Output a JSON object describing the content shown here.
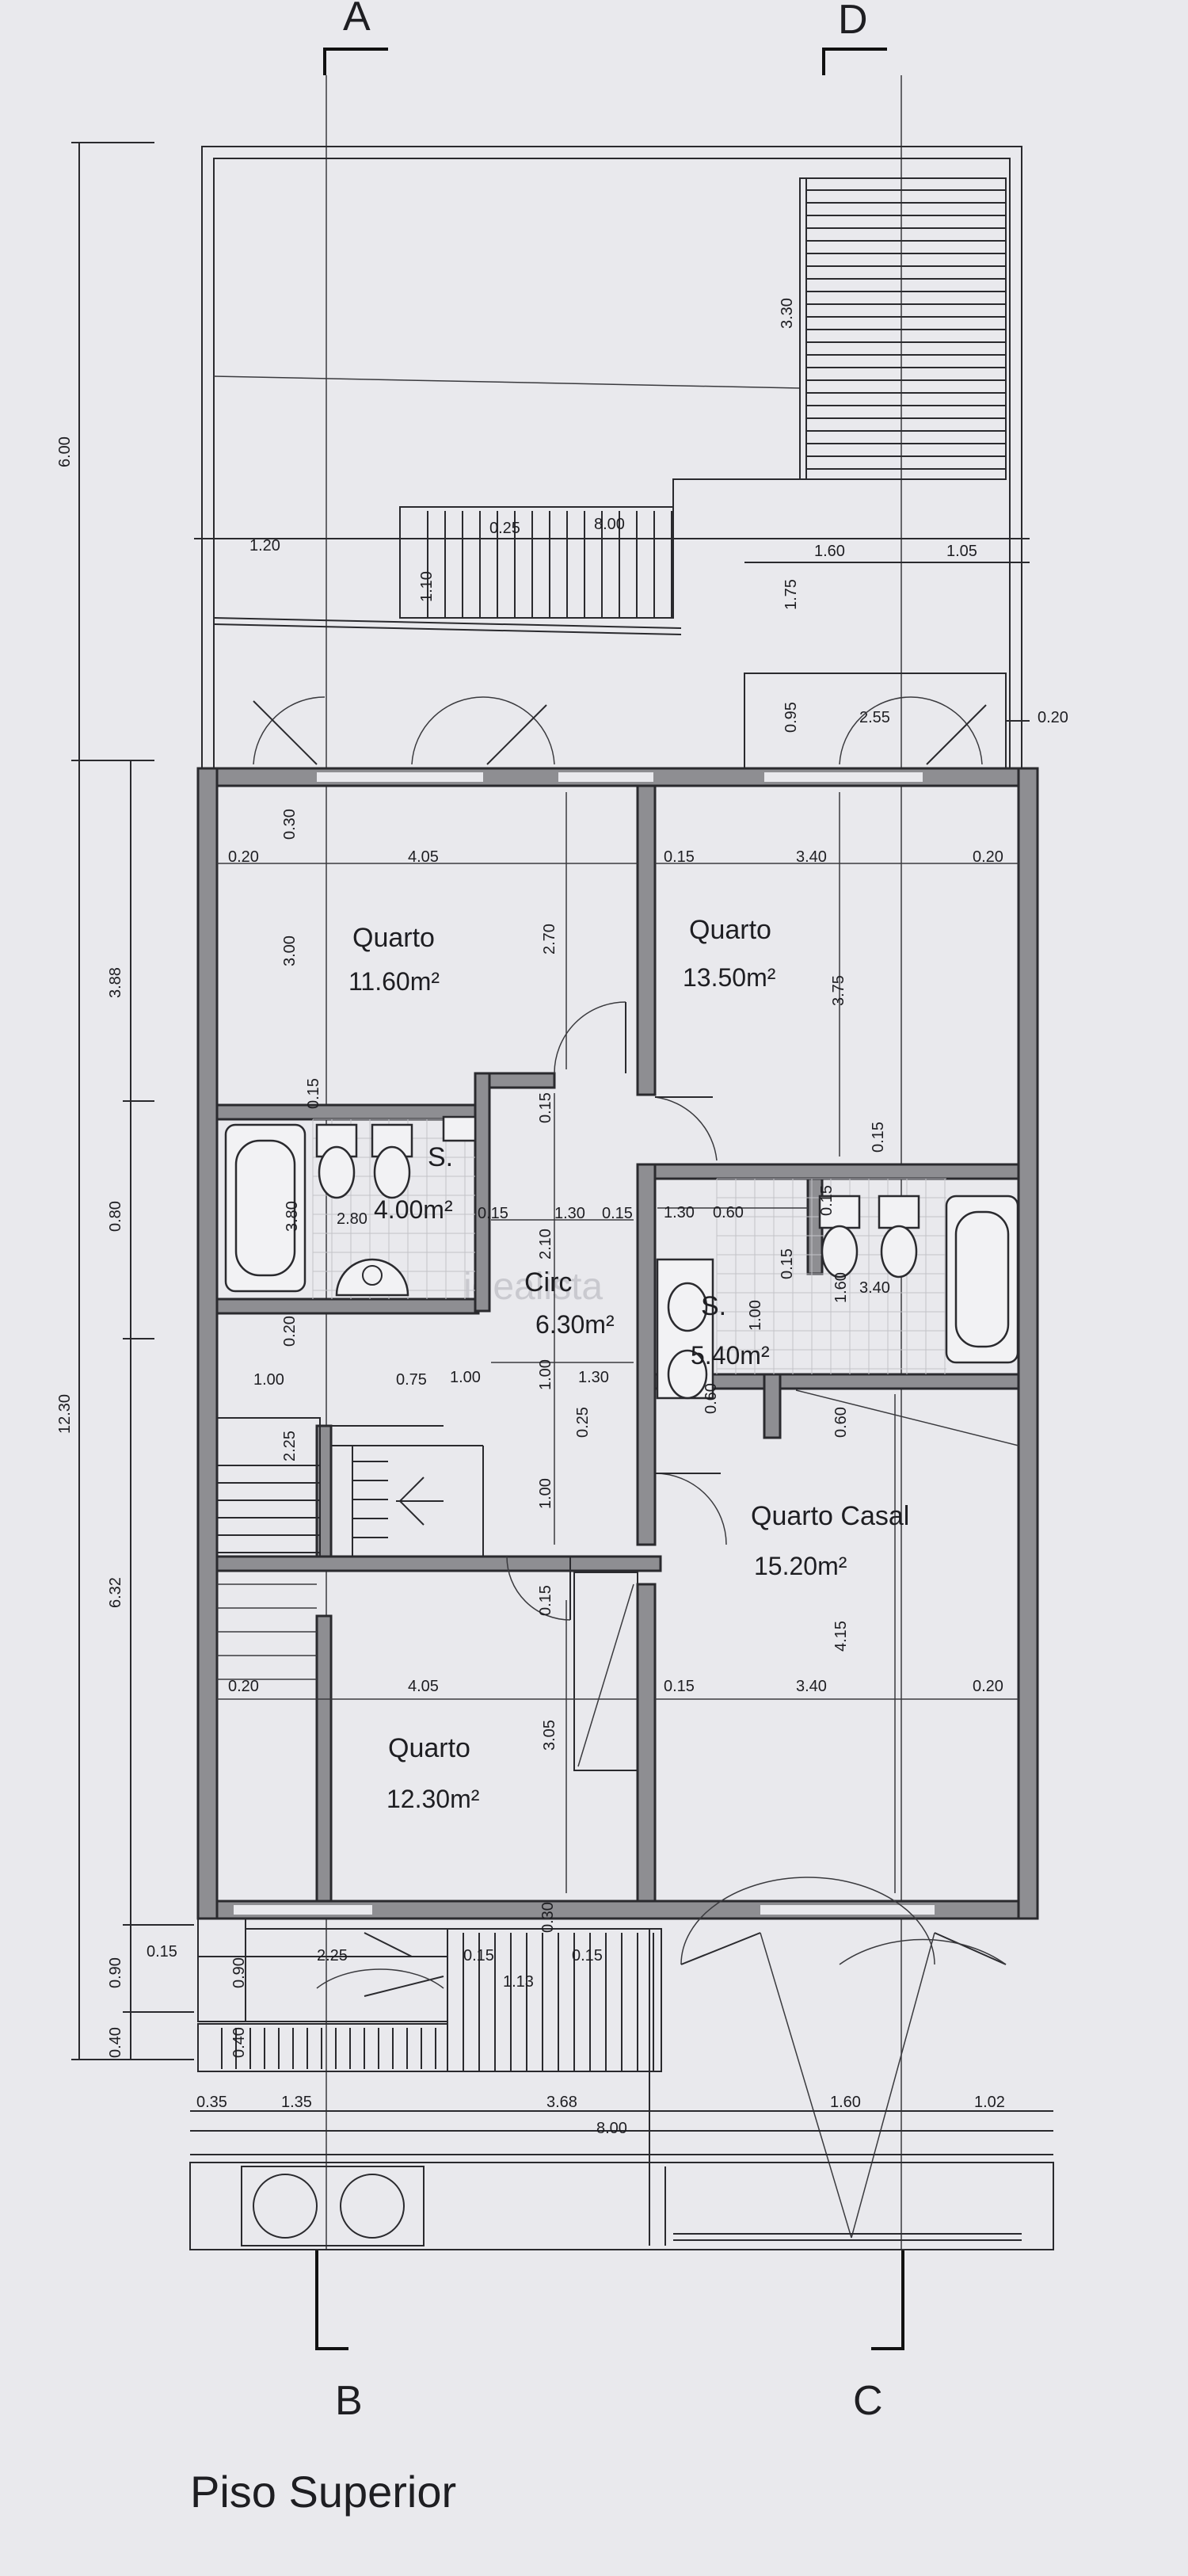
{
  "title": "Piso Superior",
  "watermark": "idealista",
  "sections": [
    "A",
    "D",
    "B",
    "C"
  ],
  "rooms": [
    {
      "name": "Quarto",
      "area": "11.60m²"
    },
    {
      "name": "Quarto",
      "area": "13.50m²"
    },
    {
      "name": "S.",
      "area": "4.00m²"
    },
    {
      "name": "Circ",
      "area": "6.30m²"
    },
    {
      "name": "S.",
      "area": "5.40m²"
    },
    {
      "name": "Quarto Casal",
      "area": "15.20m²"
    },
    {
      "name": "Quarto",
      "area": "12.30m²"
    }
  ],
  "dimensions": {
    "overall": [
      "6.00",
      "3.88",
      "0.80",
      "12.30",
      "6.32",
      "0.90",
      "0.40"
    ],
    "upper": [
      "3.30",
      "1.20",
      "0.25",
      "8.00",
      "1.10",
      "1.60",
      "1.05",
      "1.75",
      "0.95",
      "2.55",
      "0.20"
    ],
    "rooms_top": [
      "0.30",
      "0.20",
      "4.05",
      "0.15",
      "3.40",
      "0.20",
      "3.00",
      "2.70",
      "3.75"
    ],
    "middle": [
      "0.15",
      "0.15",
      "2.80",
      "3.80",
      "0.15",
      "2.10",
      "1.30",
      "0.15",
      "1.30",
      "0.60",
      "0.15",
      "0.15",
      "1.60",
      "3.40",
      "1.00",
      "0.15",
      "0.60",
      "0.20",
      "1.00",
      "0.75",
      "1.00",
      "1.00",
      "1.30",
      "0.60",
      "2.25",
      "0.25",
      "1.00"
    ],
    "rooms_bottom": [
      "0.15",
      "0.20",
      "4.05",
      "0.15",
      "3.40",
      "0.20",
      "3.05",
      "4.15"
    ],
    "bottom": [
      "0.30",
      "0.15",
      "2.25",
      "0.15",
      "0.15",
      "1.13",
      "0.90",
      "0.40",
      "0.35",
      "1.35",
      "3.68",
      "1.60",
      "1.02",
      "8.00"
    ]
  }
}
